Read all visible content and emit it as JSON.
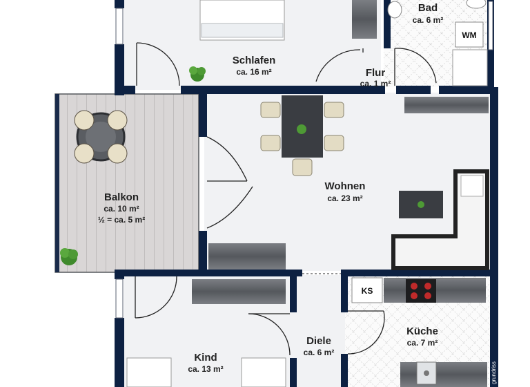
{
  "rooms": {
    "schlafen": {
      "name": "Schlafen",
      "area": "ca. 16 m²"
    },
    "bad": {
      "name": "Bad",
      "area": "ca. 6 m²"
    },
    "flur": {
      "name": "Flur",
      "area": "ca. 1 m²"
    },
    "balkon": {
      "name": "Balkon",
      "area": "ca. 10 m²",
      "half_area": "½ = ca. 5 m²"
    },
    "wohnen": {
      "name": "Wohnen",
      "area": "ca. 23 m²"
    },
    "kind": {
      "name": "Kind",
      "area": "ca. 13 m²"
    },
    "diele": {
      "name": "Diele",
      "area": "ca. 6 m²"
    },
    "kueche": {
      "name": "Küche",
      "area": "ca. 7 m²"
    }
  },
  "labels": {
    "washing_machine": "WM",
    "fridge": "KS",
    "watermark": "grundriss"
  },
  "colors": {
    "wall": "#0d2142",
    "floor": "#f1f2f4",
    "balcony_deck": "#d6d3d3",
    "furniture_dark": "#3a3d42",
    "sofa": "#f4f4f4"
  }
}
